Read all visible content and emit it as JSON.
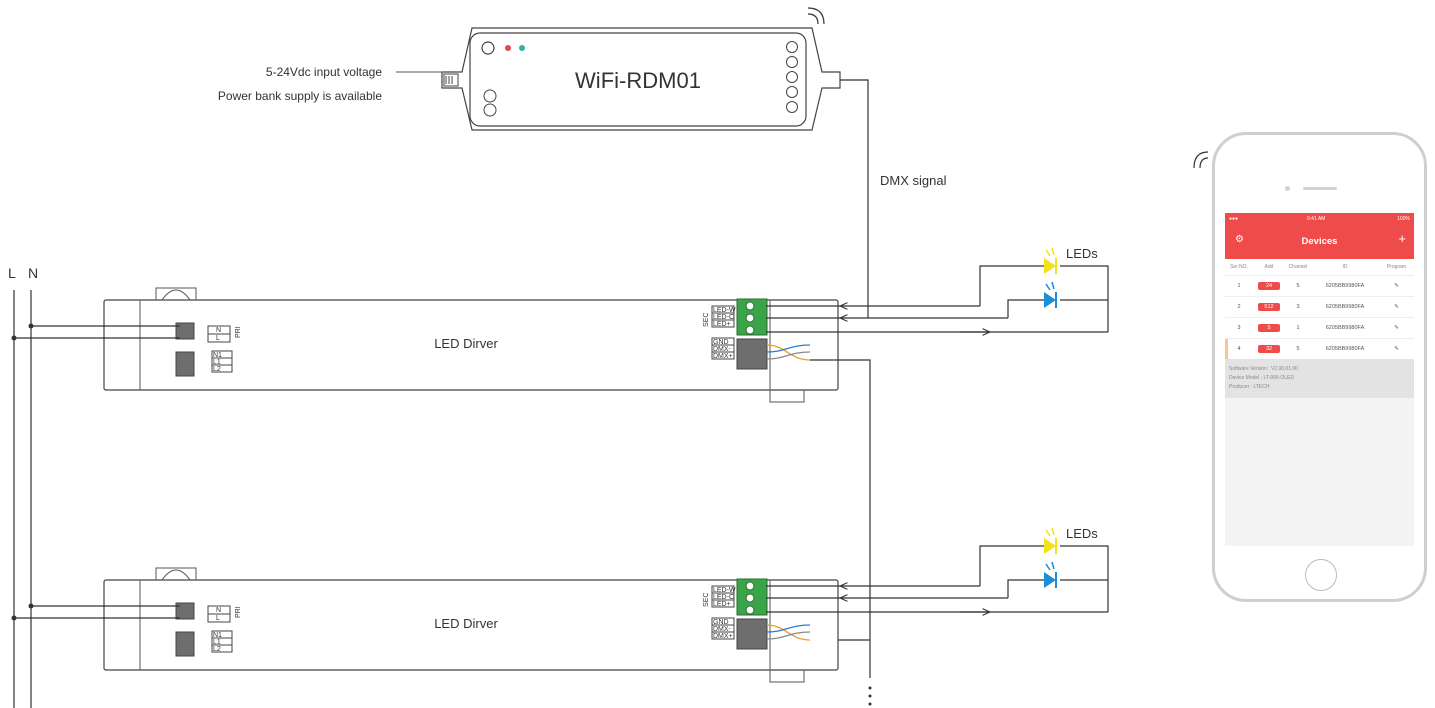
{
  "controller": {
    "name": "WiFi-RDM01",
    "input_voltage": "5-24Vdc input voltage",
    "power_bank": "Power bank supply is available"
  },
  "signal_label": "DMX signal",
  "mains": {
    "l": "L",
    "n": "N"
  },
  "drivers": [
    {
      "name": "LED Dirver",
      "leds_label": "LEDs",
      "pri_terms": [
        "N",
        "L"
      ],
      "dim_terms": [
        "N1",
        "L1",
        "L2"
      ],
      "sec_terms": [
        "LED-W",
        "LED-C",
        "LED+"
      ],
      "dmx_terms": [
        "GND",
        "DMX-",
        "DMX+"
      ],
      "pri_label": "PRI",
      "sec_label": "SEC"
    },
    {
      "name": "LED Dirver",
      "leds_label": "LEDs",
      "pri_terms": [
        "N",
        "L"
      ],
      "dim_terms": [
        "N1",
        "L1",
        "L2"
      ],
      "sec_terms": [
        "LED-W",
        "LED-C",
        "LED+"
      ],
      "dmx_terms": [
        "GND",
        "DMX-",
        "DMX+"
      ],
      "pri_label": "PRI",
      "sec_label": "SEC"
    }
  ],
  "colors": {
    "led_warm": "#f3e11b",
    "led_cool": "#1a8fd6",
    "terminal_green": "#3aa548",
    "app_red": "#f04b4b"
  },
  "phone": {
    "status_time": "9:41 AM",
    "status_battery": "100%",
    "title": "Devices",
    "gear_icon": "gear-icon",
    "plus_icon": "plus-icon",
    "columns": [
      "Ser.NO.",
      "Add",
      "Channel",
      "ID",
      "Program"
    ],
    "rows": [
      {
        "no": "1",
        "add": "24",
        "channel": "5",
        "id": "6205BB9980FA"
      },
      {
        "no": "2",
        "add": "512",
        "channel": "3",
        "id": "6205BB9980FA"
      },
      {
        "no": "3",
        "add": "5",
        "channel": "1",
        "id": "6205BB9980FA"
      },
      {
        "no": "4",
        "add": "32",
        "channel": "5",
        "id": "6205BB9980FA"
      }
    ],
    "info": [
      "Software Version : V2.00.01.00",
      "Device Model : LT-995-OLED",
      "Producer : LTECH"
    ]
  }
}
